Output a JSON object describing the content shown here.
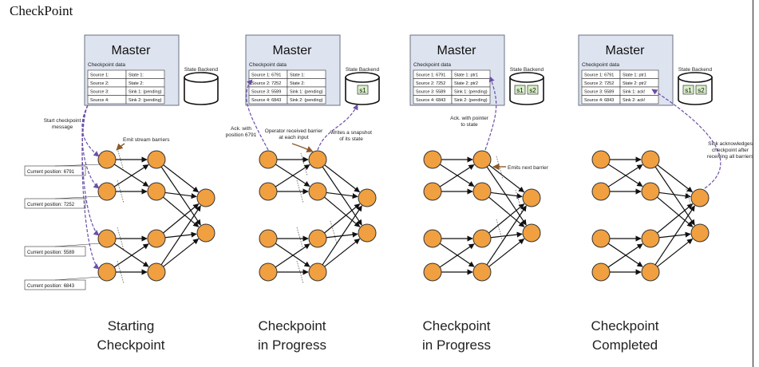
{
  "page_title": "CheckPoint",
  "panels": [
    {
      "master_title": "Master",
      "checkpoint_data_label": "Checkpoint data",
      "state_backend_label": "State Backend",
      "rows": [
        {
          "left": "Source 1:",
          "right": "State 1:"
        },
        {
          "left": "Source 2:",
          "right": "State 2:"
        },
        {
          "left": "Source 3:",
          "right": "Sink 1: (pending)"
        },
        {
          "left": "Source 4:",
          "right": "Sink 2: (pending)"
        }
      ],
      "snapshots": [],
      "annotations": [
        "Start checkpoint message",
        "Emit stream barriers"
      ],
      "positions": [
        "Current position: 6791",
        "Current position: 7252",
        "Current position: 5589",
        "Current position: 6843"
      ],
      "caption": [
        "Starting",
        "Checkpoint"
      ]
    },
    {
      "master_title": "Master",
      "checkpoint_data_label": "Checkpoint data",
      "state_backend_label": "State Backend",
      "rows": [
        {
          "left": "Source 1: 6791",
          "right": "State 1:"
        },
        {
          "left": "Source 2: 7252",
          "right": "State 2:"
        },
        {
          "left": "Source 3: 5589",
          "right": "Sink 1: (pending)"
        },
        {
          "left": "Source 4: 6843",
          "right": "Sink 2: (pending)"
        }
      ],
      "snapshots": [
        "s1"
      ],
      "annotations": [
        "Ack. with position 6791",
        "Operator received barrier at each input",
        "Writes a snapshot of its state"
      ],
      "positions": [],
      "caption": [
        "Checkpoint",
        "in Progress"
      ]
    },
    {
      "master_title": "Master",
      "checkpoint_data_label": "Checkpoint data",
      "state_backend_label": "State Backend",
      "rows": [
        {
          "left": "Source 1: 6791",
          "right": "State 1: ptr1"
        },
        {
          "left": "Source 2: 7252",
          "right": "State 2: ptr2"
        },
        {
          "left": "Source 3: 5589",
          "right": "Sink 1: (pending)"
        },
        {
          "left": "Source 4: 6843",
          "right": "Sink 2: (pending)"
        }
      ],
      "snapshots": [
        "s1",
        "s2"
      ],
      "annotations": [
        "Ack. with pointer to state",
        "Emits next barrier"
      ],
      "positions": [],
      "caption": [
        "Checkpoint",
        "in Progress"
      ]
    },
    {
      "master_title": "Master",
      "checkpoint_data_label": "Checkpoint data",
      "state_backend_label": "State Backend",
      "rows": [
        {
          "left": "Source 1: 6791",
          "right": "State 1: ptr1"
        },
        {
          "left": "Source 2: 7252",
          "right": "State 2: ptr2"
        },
        {
          "left": "Source 3: 5589",
          "right": "Sink 1: ack!"
        },
        {
          "left": "Source 4: 6843",
          "right": "Sink 2: ack!"
        }
      ],
      "snapshots": [
        "s1",
        "s2"
      ],
      "annotations": [
        "Sink acknowledges checkpoint after receiving all barriers"
      ],
      "positions": [],
      "caption": [
        "Checkpoint",
        "Completed"
      ]
    }
  ],
  "colors": {
    "master_fill": "#dde3ef",
    "master_stroke": "#6b7280",
    "node_fill": "#f0a040",
    "node_stroke": "#333333",
    "dashed_arrow": "#6b4fa8",
    "brown_arrow": "#8a5a2b",
    "snapshot_fill": "#d9f0c8"
  }
}
